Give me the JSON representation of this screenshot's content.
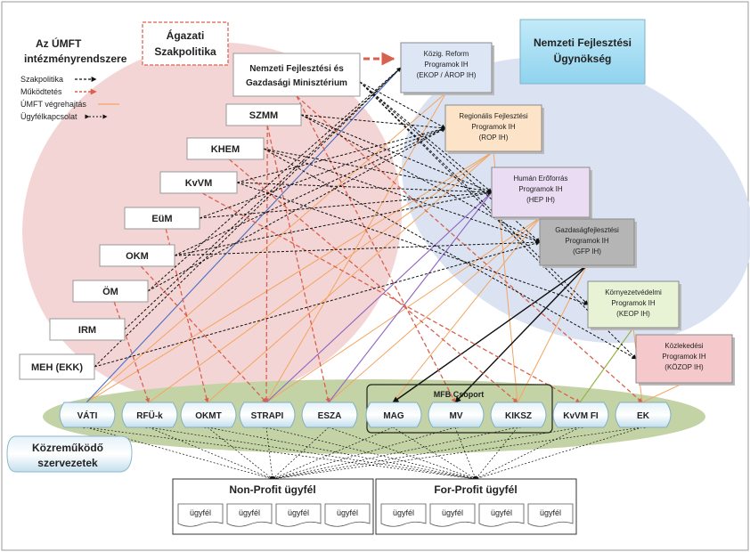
{
  "legend": {
    "title_line1": "Az ÚMFT",
    "title_line2": "intézményrendszere",
    "items": [
      {
        "label": "Szakpolitika",
        "color": "#111111"
      },
      {
        "label": "Működtetés",
        "color": "#d9604c"
      },
      {
        "label": "ÚMFT végrehajtás",
        "color": "#f4a460"
      },
      {
        "label": "Ügyfélkapcsolat",
        "color": "#111111"
      }
    ]
  },
  "agazati": {
    "line1": "Ágazati",
    "line2": "Szakpolitika"
  },
  "nfgm": {
    "line1": "Nemzeti Fejlesztési és",
    "line2": "Gazdasági Minisztérium"
  },
  "nfu": {
    "line1": "Nemzeti Fejlesztési",
    "line2": "Ügynökség"
  },
  "ministries": [
    {
      "id": "SZMM",
      "label": "SZMM"
    },
    {
      "id": "KHEM",
      "label": "KHEM"
    },
    {
      "id": "KvVM",
      "label": "KvVM"
    },
    {
      "id": "EuM",
      "label": "EüM"
    },
    {
      "id": "OKM",
      "label": "OKM"
    },
    {
      "id": "OM",
      "label": "ÖM"
    },
    {
      "id": "IRM",
      "label": "IRM"
    },
    {
      "id": "MEH",
      "label": "MEH (EKK)"
    }
  ],
  "programs": [
    {
      "id": "EKOP",
      "lines": [
        "Közig. Reform",
        "Programok IH",
        "(EKOP / ÁROP IH)"
      ],
      "color": "#dde6f5"
    },
    {
      "id": "ROP",
      "lines": [
        "Regionális Fejlesztési",
        "Programok IH",
        "(ROP IH)"
      ],
      "color": "#fde3c8"
    },
    {
      "id": "HEP",
      "lines": [
        "Humán Erőforrás",
        "Programok IH",
        "(HEP IH)"
      ],
      "color": "#e9dcf3"
    },
    {
      "id": "GFP",
      "lines": [
        "Gazdaságfejlesztési",
        "Programok IH",
        "(GFP IH)"
      ],
      "color": "#b5b5b5"
    },
    {
      "id": "KEOP",
      "lines": [
        "Környezetvédelmi",
        "Programok IH",
        "(KEOP IH)"
      ],
      "color": "#e8f2d5"
    },
    {
      "id": "KOZOP",
      "lines": [
        "Közlekedési",
        "Programok IH",
        "(KÖZOP IH)"
      ],
      "color": "#f5c9cb"
    }
  ],
  "mfb_label": "MFB Csoport",
  "bodies": [
    {
      "id": "VATI",
      "label": "VÁTI"
    },
    {
      "id": "RFU",
      "label": "RFÜ-k"
    },
    {
      "id": "OKMT",
      "label": "OKMT"
    },
    {
      "id": "STRAPI",
      "label": "STRAPI"
    },
    {
      "id": "ESZA",
      "label": "ESZA"
    },
    {
      "id": "MAG",
      "label": "MAG"
    },
    {
      "id": "MV",
      "label": "MV"
    },
    {
      "id": "KIKSZ",
      "label": "KIKSZ"
    },
    {
      "id": "KvVMFI",
      "label": "KvVM FI"
    },
    {
      "id": "EK",
      "label": "EK"
    }
  ],
  "kozremukodo": {
    "line1": "Közreműködő",
    "line2": "szervezetek"
  },
  "nonprofit": {
    "title": "Non-Profit ügyfél",
    "items": [
      "ügyfél",
      "ügyfél",
      "ügyfél",
      "ügyfél"
    ]
  },
  "forprofit": {
    "title": "For-Profit ügyfél",
    "items": [
      "ügyfél",
      "ügyfél",
      "ügyfél",
      "ügyfél"
    ]
  }
}
